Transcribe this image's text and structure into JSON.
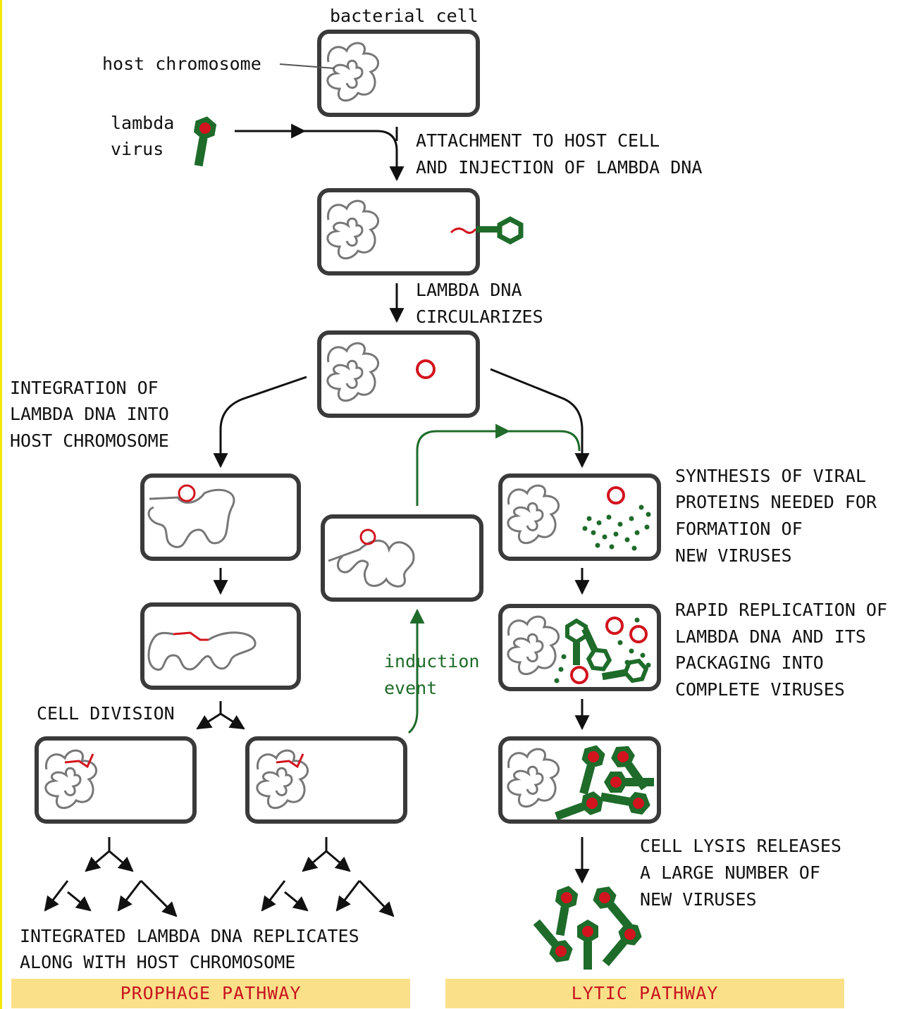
{
  "labels": {
    "bacterial_cell": "bacterial cell",
    "host_chromosome": "host chromosome",
    "lambda_virus_1": "lambda",
    "lambda_virus_2": "virus",
    "attachment_1": "ATTACHMENT TO HOST CELL",
    "attachment_2": "AND INJECTION OF LAMBDA DNA",
    "circularizes_1": "LAMBDA DNA",
    "circularizes_2": "CIRCULARIZES",
    "integration_1": "INTEGRATION OF",
    "integration_2": "LAMBDA DNA INTO",
    "integration_3": "HOST CHROMOSOME",
    "synthesis_1": "SYNTHESIS OF VIRAL",
    "synthesis_2": "PROTEINS NEEDED FOR",
    "synthesis_3": "FORMATION OF",
    "synthesis_4": "NEW VIRUSES",
    "replication_1": "RAPID REPLICATION OF",
    "replication_2": "LAMBDA DNA AND ITS",
    "replication_3": "PACKAGING INTO",
    "replication_4": "COMPLETE VIRUSES",
    "cell_division": "CELL DIVISION",
    "induction_1": "induction",
    "induction_2": "event",
    "lysis_1": "CELL LYSIS RELEASES",
    "lysis_2": "A LARGE NUMBER OF",
    "lysis_3": "NEW VIRUSES",
    "integrated_1": "INTEGRATED LAMBDA DNA REPLICATES",
    "integrated_2": "ALONG WITH HOST CHROMOSOME"
  },
  "footer": {
    "prophage": "PROPHAGE PATHWAY",
    "lytic": "LYTIC PATHWAY"
  },
  "colors": {
    "cell_border": "#3a3a3a",
    "chromosome": "#777777",
    "lambda_dna": "#d2141e",
    "virus": "#1e6b2a",
    "arrow": "#111111",
    "induction": "#1e6b2a",
    "footer_bg": "#fbe08a",
    "footer_text": "#c8141e"
  }
}
